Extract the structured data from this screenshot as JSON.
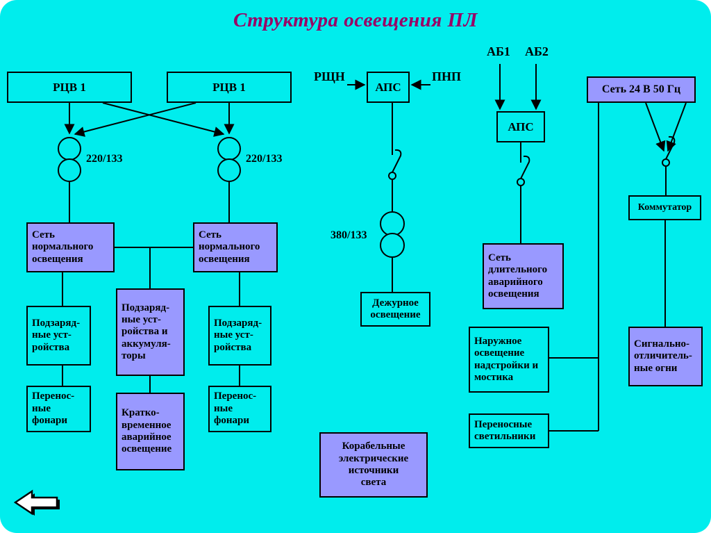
{
  "title": "Структура освещения ПЛ",
  "colors": {
    "background": "#00EDED",
    "node_fill_violet": "#9999FF",
    "node_fill_cyan": "#00EDED",
    "node_border": "#000000",
    "title_text": "#990066",
    "wire": "#000000"
  },
  "nodes": {
    "rcv_left": "РЦВ 1",
    "rcv_right": "РЦВ 1",
    "aps_center": "АПС",
    "aps_right": "АПС",
    "net24": "Сеть 24 В 50 Гц",
    "kommutator": "Коммутатор",
    "net_norm_left": "Сеть\nнормального\nосвещения",
    "net_norm_right": "Сеть\nнормального\nосвещения",
    "charge_left": "Подзаряд-\nные уст-\nройства",
    "charge_mid": "Подзаряд-\nные уст-\nройства и\nаккумуля-\nторы",
    "charge_right": "Подзаряд-\nные уст-\nройства",
    "lantern_left": "Перенос-\nные\nфонари",
    "lantern_right": "Перенос-\nные\nфонари",
    "short_emerg": "Кратко-\nвременное\nаварийное\nосвещение",
    "duty_light": "Дежурное\nосвещение",
    "net_long_emerg": "Сеть\nдлительного\nаварийного\nосвещения",
    "outdoor": "Наружное\nосвещение\nнадстройки и\nмостика",
    "portable_lamps": "Переносные\nсветильники",
    "signal_lights": "Сигнально-\nотличитель-\nные огни",
    "ship_sources": "Корабельные\nэлектрические\nисточники\nсвета"
  },
  "labels": {
    "rshn": "РЩН",
    "pnp": "ПНП",
    "ab1": "АБ1",
    "ab2": "АБ2",
    "ratio_left": "220/133",
    "ratio_right": "220/133",
    "ratio_center": "380/133"
  }
}
